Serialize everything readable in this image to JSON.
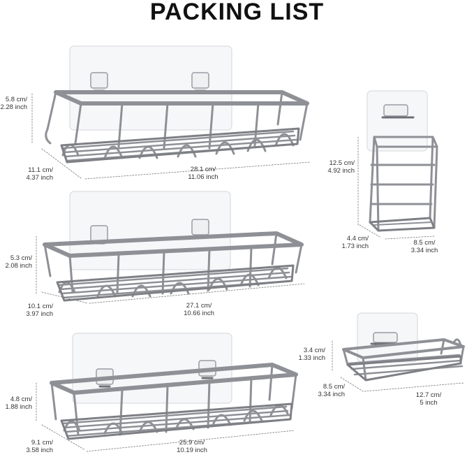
{
  "title": "PACKING LIST",
  "colors": {
    "metal": "#8e9096",
    "metal_dark": "#6e7076",
    "dim_line": "#777777",
    "pad_edge": "#d4d6da"
  },
  "items": [
    {
      "name": "large-shelf",
      "height": [
        "5.8 cm/",
        "2.28 inch"
      ],
      "depth": [
        "11.1 cm/",
        "4.37 inch"
      ],
      "width": [
        "28.1 cm/",
        "11.06 inch"
      ]
    },
    {
      "name": "medium-shelf",
      "height": [
        "5.3 cm/",
        "2.08 inch"
      ],
      "depth": [
        "10.1 cm/",
        "3.97 inch"
      ],
      "width": [
        "27.1 cm/",
        "10.66 inch"
      ]
    },
    {
      "name": "small-shelf",
      "height": [
        "4.8 cm/",
        "1.88 inch"
      ],
      "depth": [
        "9.1 cm/",
        "3.58 inch"
      ],
      "width": [
        "25.9 cm/",
        "10.19 inch"
      ]
    },
    {
      "name": "toothbrush-holder",
      "height": [
        "12.5 cm/",
        "4.92 inch"
      ],
      "depth": [
        "4.4 cm/",
        "1.73 inch"
      ],
      "width": [
        "8.5 cm/",
        "3.34 inch"
      ]
    },
    {
      "name": "soap-dish",
      "height": [
        "3.4 cm/",
        "1.33 inch"
      ],
      "depth": [
        "8.5 cm/",
        "3.34 inch"
      ],
      "width": [
        "12.7 cm/",
        "5 inch"
      ]
    }
  ]
}
